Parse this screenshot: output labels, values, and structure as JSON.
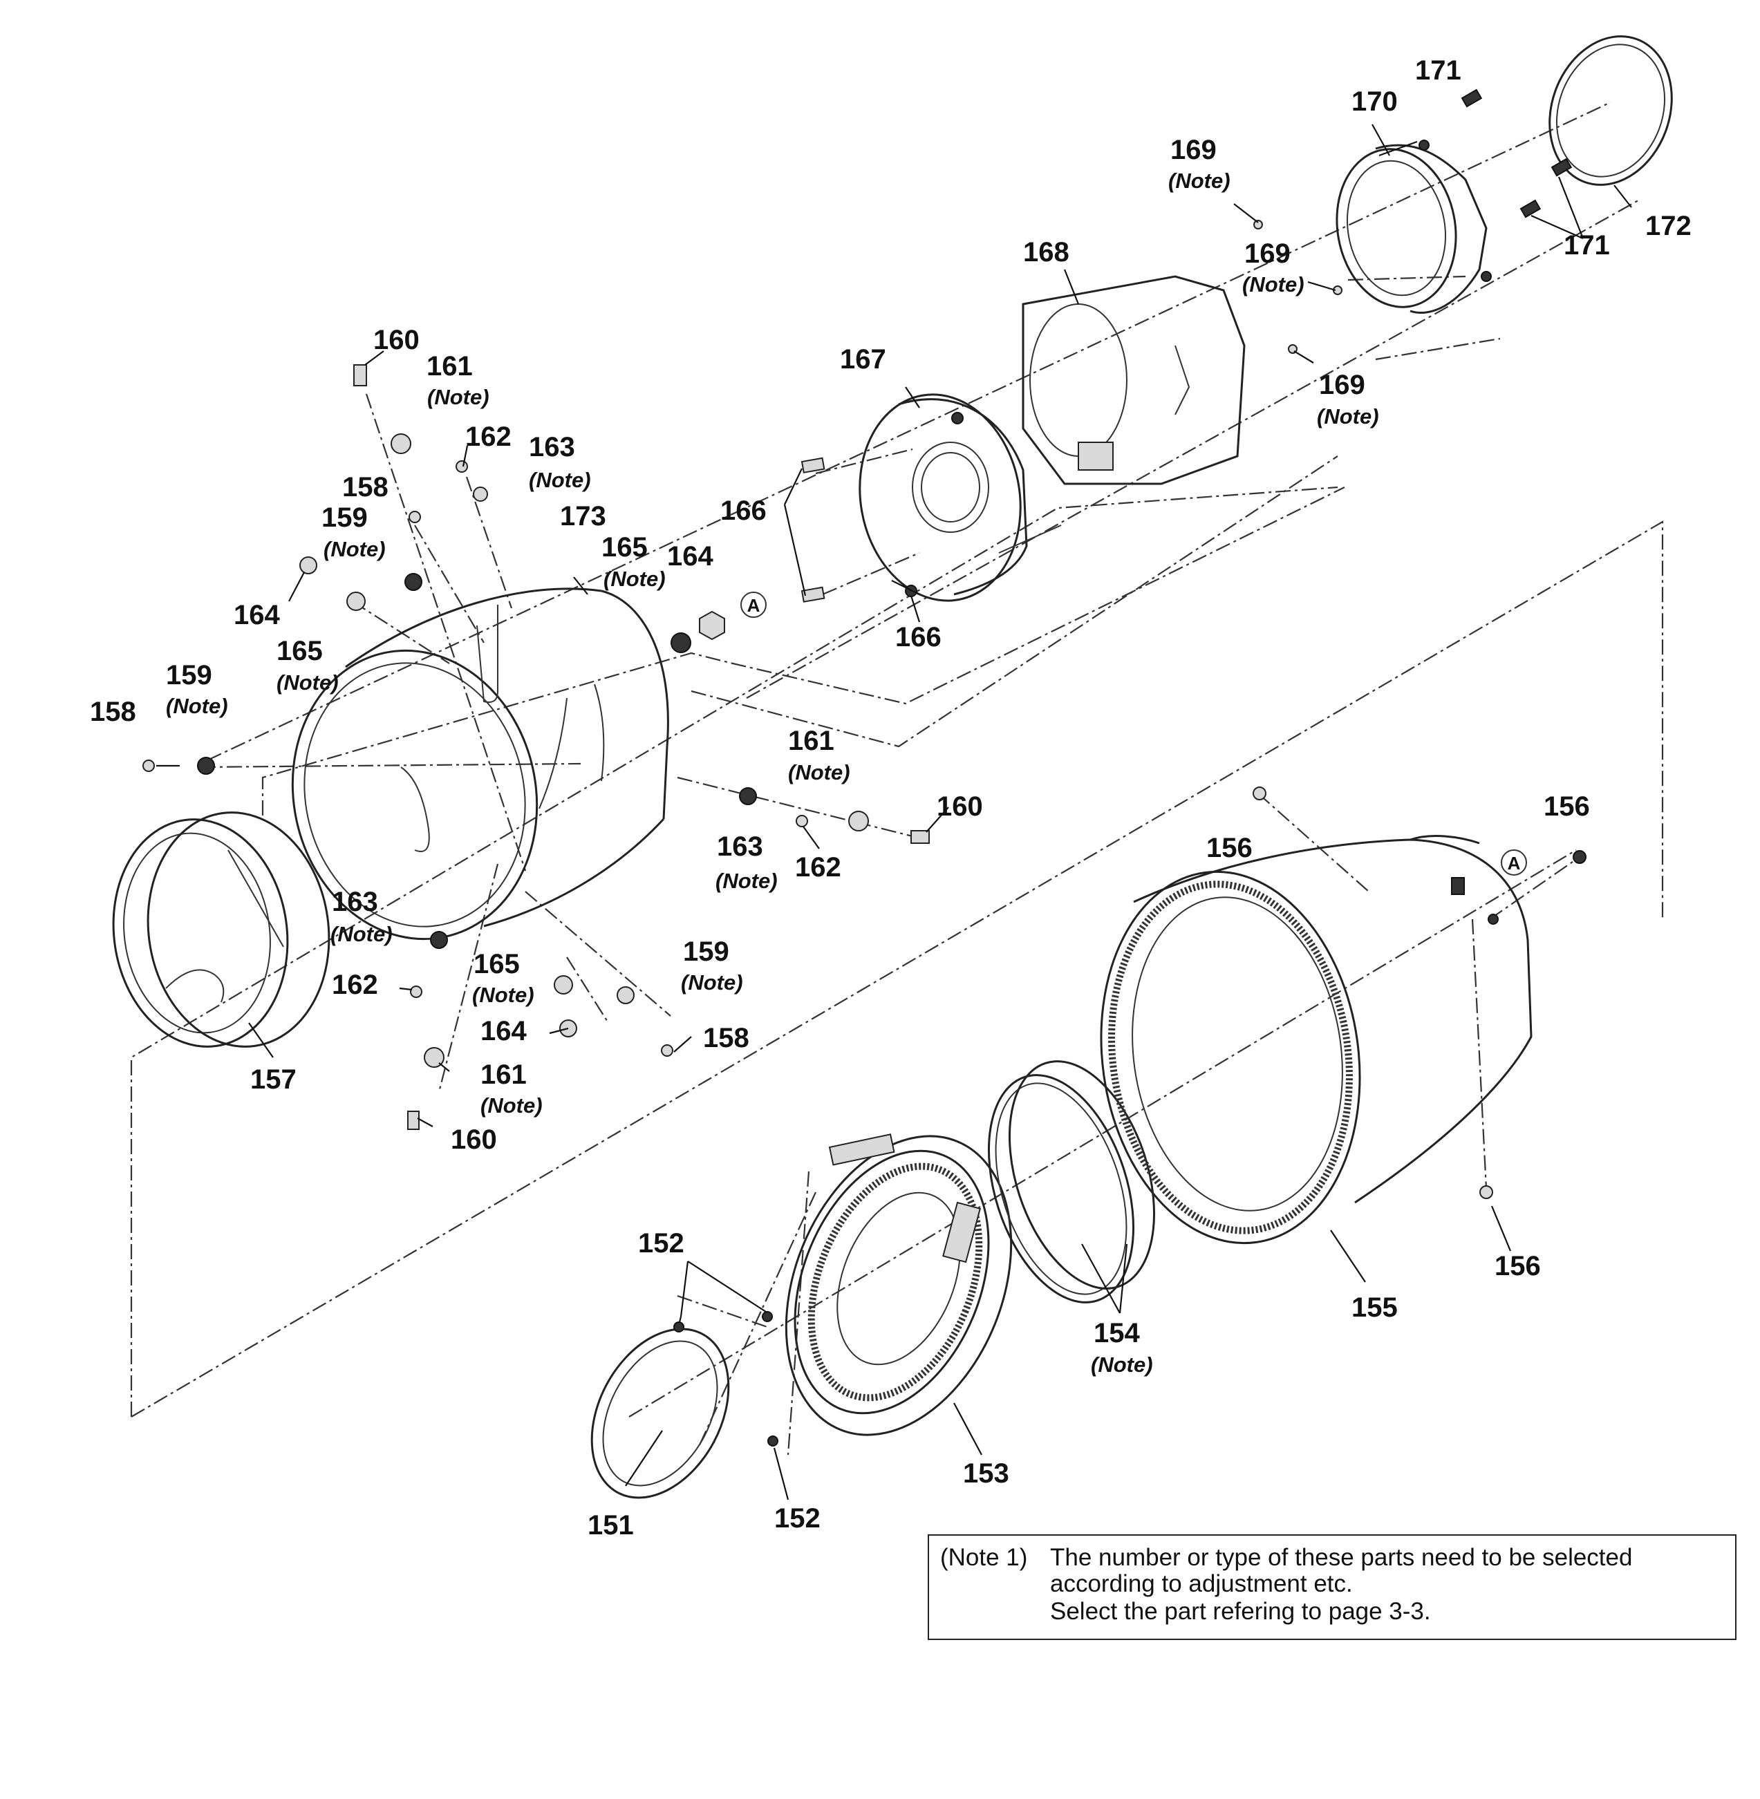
{
  "labels": {
    "p151": "151",
    "p152a": "152",
    "p152b": "152",
    "p153": "153",
    "p154": "154",
    "p155": "155",
    "p156a": "156",
    "p156b": "156",
    "p156c": "156",
    "p157": "157",
    "p158a": "158",
    "p158b": "158",
    "p158c": "158",
    "p159a": "159",
    "p159b": "159",
    "p159c": "159",
    "p160a": "160",
    "p160b": "160",
    "p160c": "160",
    "p161a": "161",
    "p161b": "161",
    "p161c": "161",
    "p162a": "162",
    "p162b": "162",
    "p162c": "162",
    "p163a": "163",
    "p163b": "163",
    "p163c": "163",
    "p164a": "164",
    "p164b": "164",
    "p164c": "164",
    "p165a": "165",
    "p165b": "165",
    "p165c": "165",
    "p166a": "166",
    "p166b": "166",
    "p167": "167",
    "p168": "168",
    "p169a": "169",
    "p169b": "169",
    "p169c": "169",
    "p170": "170",
    "p171a": "171",
    "p171b": "171",
    "p172": "172",
    "p173": "173"
  },
  "note_tag": "(Note)",
  "ref_marker": "A",
  "note_box": {
    "tag": "(Note 1)",
    "line1": "The number or type of these parts need to be selected",
    "line2": "according to adjustment etc.",
    "line3": "Select the part refering to page 3-3."
  }
}
